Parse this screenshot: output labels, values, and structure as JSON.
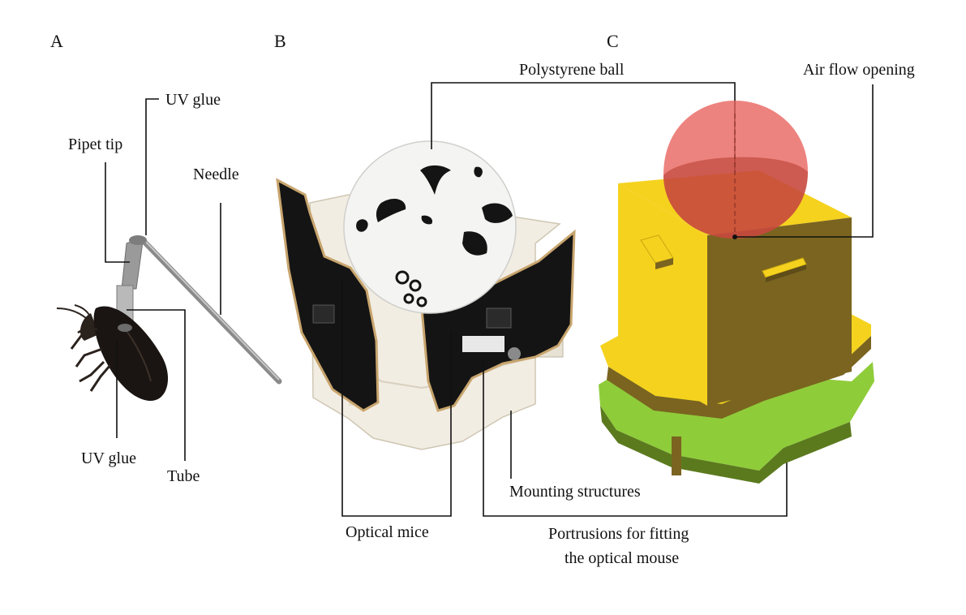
{
  "panels": {
    "a": "A",
    "b": "B",
    "c": "C"
  },
  "labels": {
    "uv_glue_top": "UV glue",
    "pipet_tip": "Pipet tip",
    "needle": "Needle",
    "uv_glue_bottom": "UV glue",
    "tube": "Tube",
    "polystyrene_ball": "Polystyrene ball",
    "air_flow_opening": "Air flow opening",
    "mounting_structures": "Mounting structures",
    "optical_mice": "Optical mice",
    "protrusions_line1": "Portrusions for fitting",
    "protrusions_line2": "the optical mouse"
  },
  "colors": {
    "ball_red": "#e8605a",
    "block_yellow": "#f5d21e",
    "block_shadow": "#7a6420",
    "base_green": "#8fcc3a",
    "housing_white": "#f2ede2",
    "pcb_black": "#141414",
    "beetle": "#1a1512"
  }
}
